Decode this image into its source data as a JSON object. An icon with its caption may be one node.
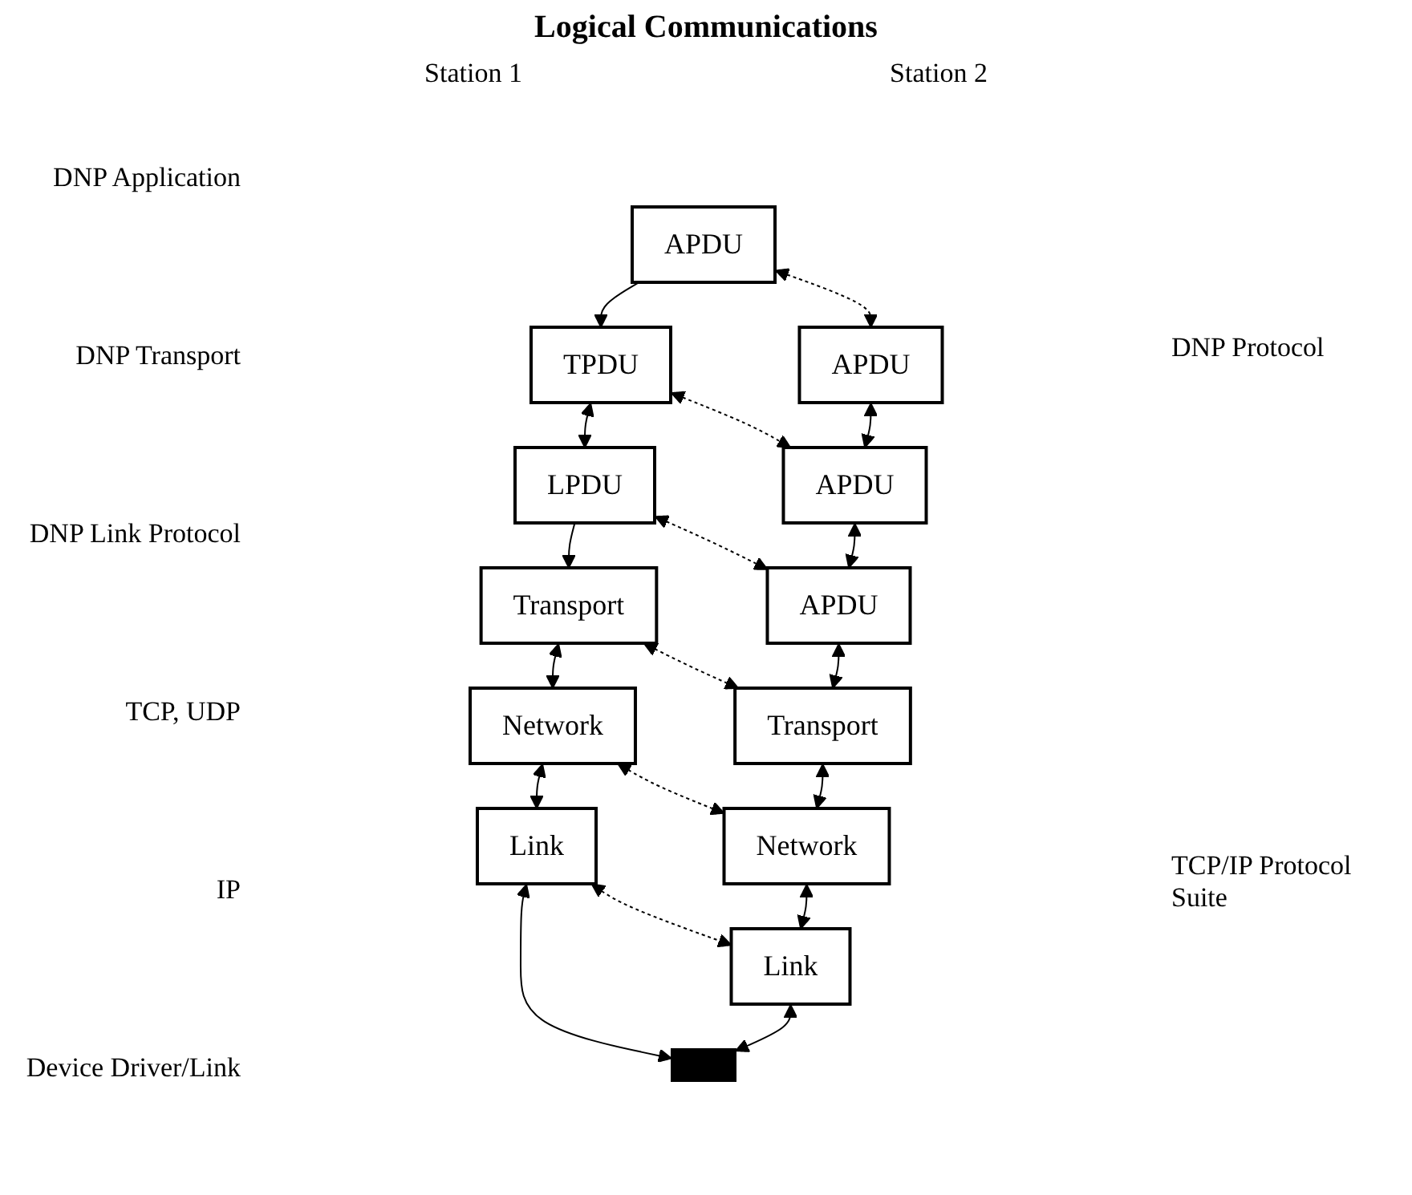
{
  "diagram": {
    "title": "Logical Communications",
    "nodes": [
      {
        "text": [
          "APDU"
        ]
      },
      {
        "text": [
          "TPDU"
        ]
      },
      {
        "text": [
          "LPDU"
        ]
      },
      {
        "text": [
          "Transport"
        ]
      },
      {
        "text": [
          "Network"
        ]
      },
      {
        "text": [
          "Link"
        ]
      },
      {
        "text": [
          "APDU"
        ]
      },
      {
        "text": [
          "APDU"
        ]
      },
      {
        "text": [
          "APDU"
        ]
      },
      {
        "text": [
          "Transport"
        ]
      },
      {
        "text": [
          "Network"
        ]
      },
      {
        "text": [
          "Link"
        ]
      },
      {
        "text": [],
        "shape": "bar"
      }
    ],
    "edges": [
      {
        "from": 0,
        "to": 1,
        "arrow": "to"
      },
      {
        "from": 1,
        "to": 2,
        "arrow": "both"
      },
      {
        "from": 2,
        "to": 3,
        "arrow": "to"
      },
      {
        "from": 3,
        "to": 4,
        "arrow": "both"
      },
      {
        "from": 4,
        "to": 5,
        "arrow": "both"
      },
      {
        "from": 5,
        "to": 12,
        "arrow": "both"
      },
      {
        "from": 6,
        "to": 7,
        "arrow": "both"
      },
      {
        "from": 7,
        "to": 8,
        "arrow": "both"
      },
      {
        "from": 8,
        "to": 9,
        "arrow": "both"
      },
      {
        "from": 9,
        "to": 10,
        "arrow": "both"
      },
      {
        "from": 10,
        "to": 11,
        "arrow": "both"
      },
      {
        "from": 11,
        "to": 12,
        "arrow": "both"
      },
      {
        "from": 0,
        "to": 6,
        "arrow": "both",
        "style": "dashed"
      },
      {
        "from": 1,
        "to": 7,
        "arrow": "both",
        "style": "dashed"
      },
      {
        "from": 2,
        "to": 8,
        "arrow": "both",
        "style": "dashed"
      },
      {
        "from": 3,
        "to": 9,
        "arrow": "both",
        "style": "dashed"
      },
      {
        "from": 4,
        "to": 10,
        "arrow": "both",
        "style": "dashed"
      },
      {
        "from": 5,
        "to": 11,
        "arrow": "both",
        "style": "dashed"
      }
    ],
    "labels": [
      "Station 1",
      "Station 2",
      "DNP Application",
      "DNP Transport",
      "DNP Link Protocol",
      "TCP, UDP",
      "IP",
      "Device Driver/Link",
      "DNP Protocol",
      "TCP/IP Protocol Suite"
    ]
  }
}
